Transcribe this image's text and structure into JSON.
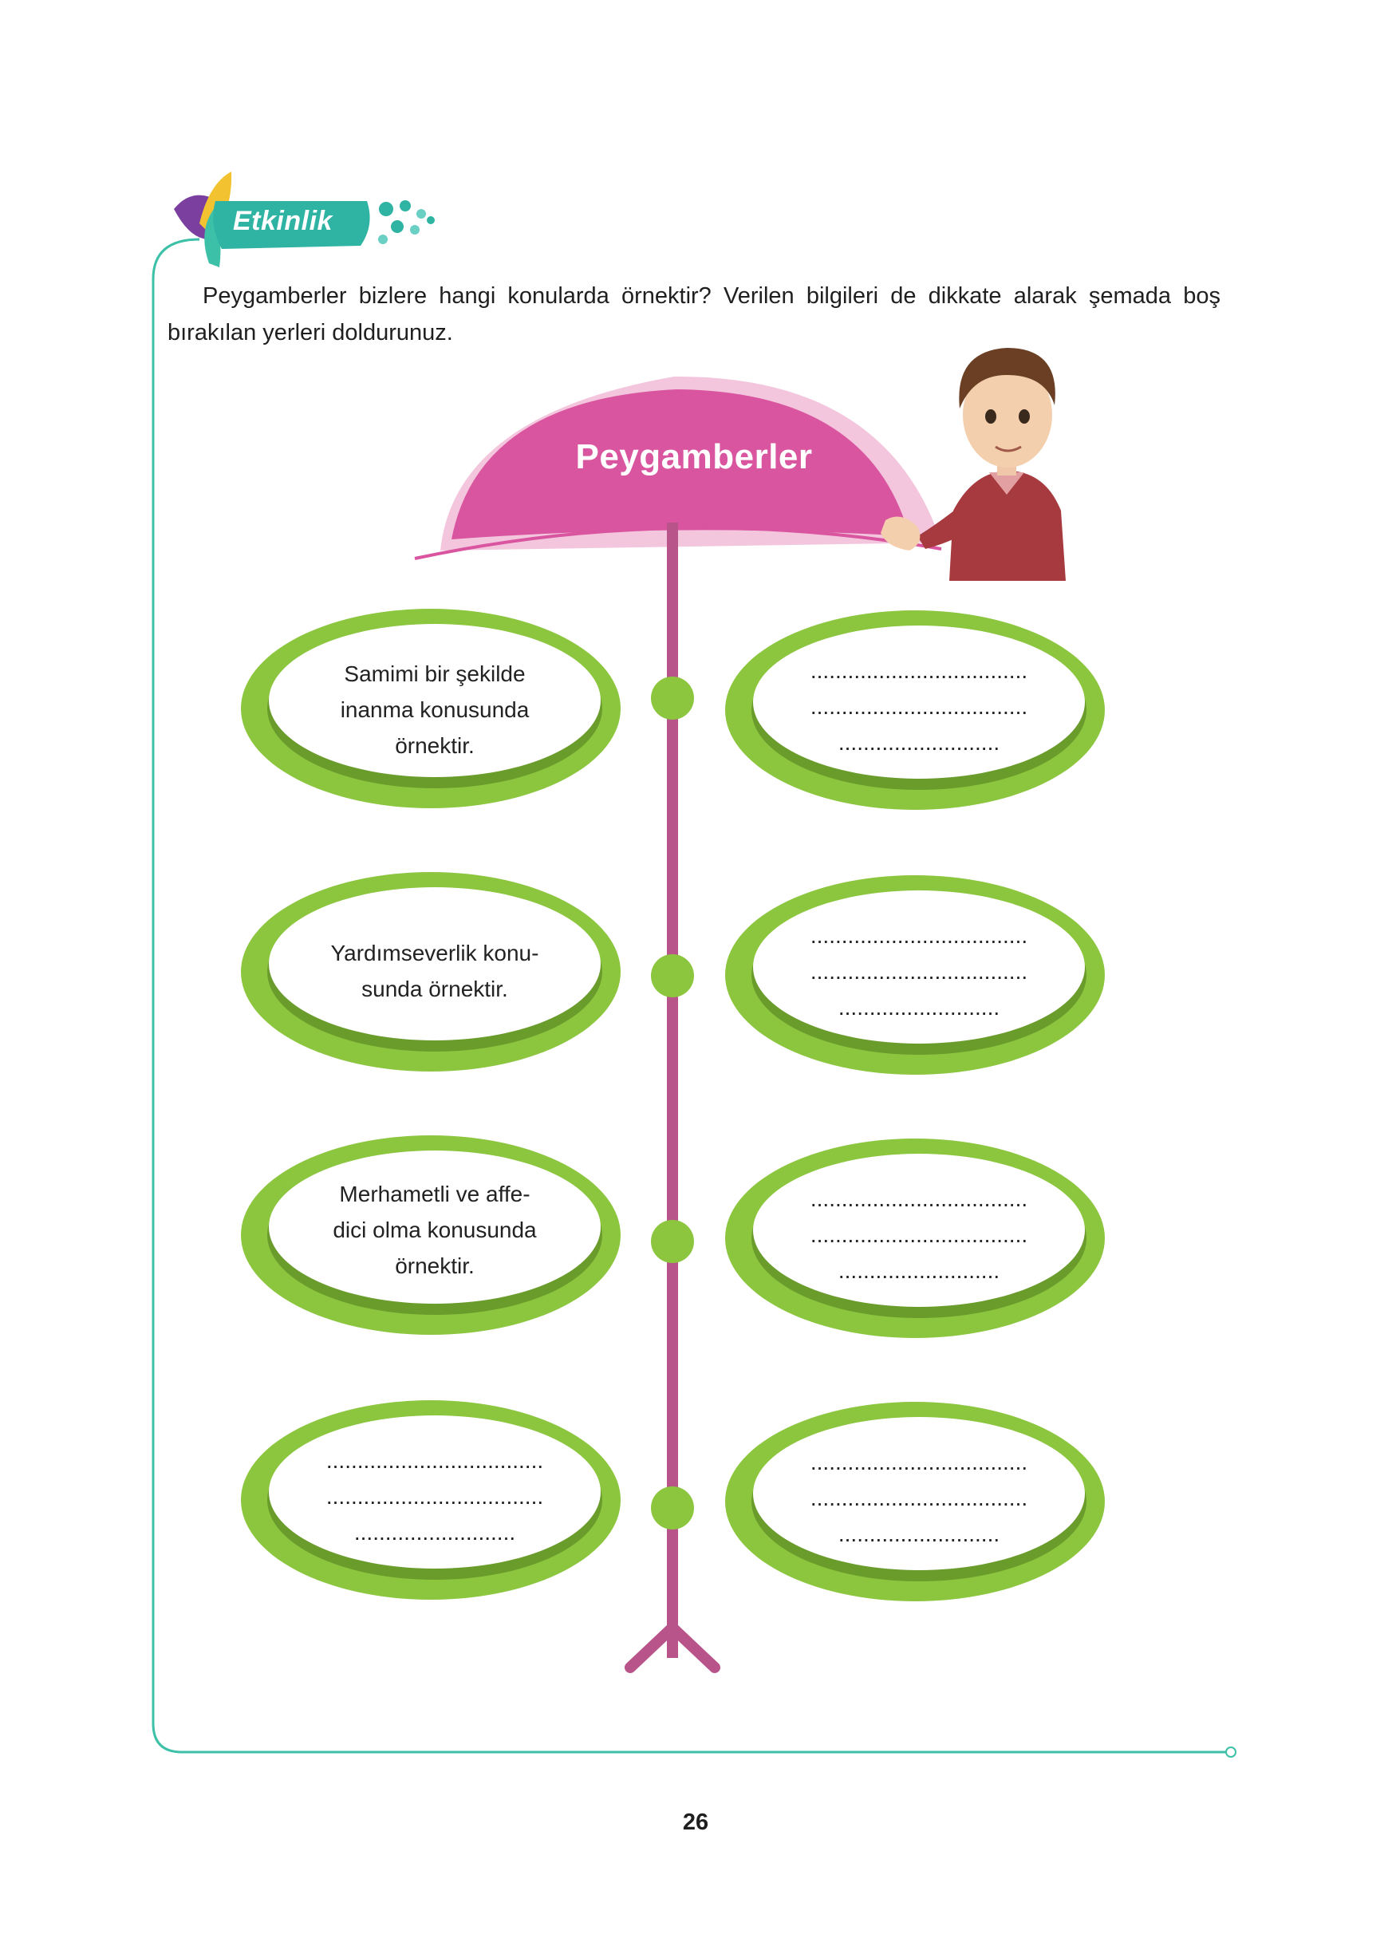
{
  "header": {
    "badge_label": "Etkinlik"
  },
  "instructions": "Peygamberler bizlere hangi konularda örnektir? Verilen bilgileri de dikkate alarak şemada boş bırakılan yerleri doldurunuz.",
  "diagram": {
    "title": "Peygamberler",
    "left": [
      {
        "lines": [
          "Samimi bir şekilde",
          "inanma konusunda",
          "örnektir."
        ]
      },
      {
        "lines": [
          "Yardımseverlik konu-",
          "sunda örnektir."
        ]
      },
      {
        "lines": [
          "Merhametli ve affe-",
          "dici olma konusunda",
          "örnektir."
        ]
      },
      {
        "lines": [
          "...................................",
          "...................................",
          ".........................."
        ]
      }
    ],
    "right": [
      {
        "lines": [
          "...................................",
          "...................................",
          ".........................."
        ]
      },
      {
        "lines": [
          "...................................",
          "...................................",
          ".........................."
        ]
      },
      {
        "lines": [
          "...................................",
          "...................................",
          ".........................."
        ]
      },
      {
        "lines": [
          "...................................",
          "...................................",
          ".........................."
        ]
      }
    ]
  },
  "colors": {
    "frame": "#3cc0a8",
    "stem": "#b9548a",
    "umbrella": "#d9559f",
    "oval_green": "#8cc63f",
    "oval_shadow": "#6a9c2c",
    "node": "#8cc63f"
  },
  "footer": {
    "page_number": "26"
  }
}
